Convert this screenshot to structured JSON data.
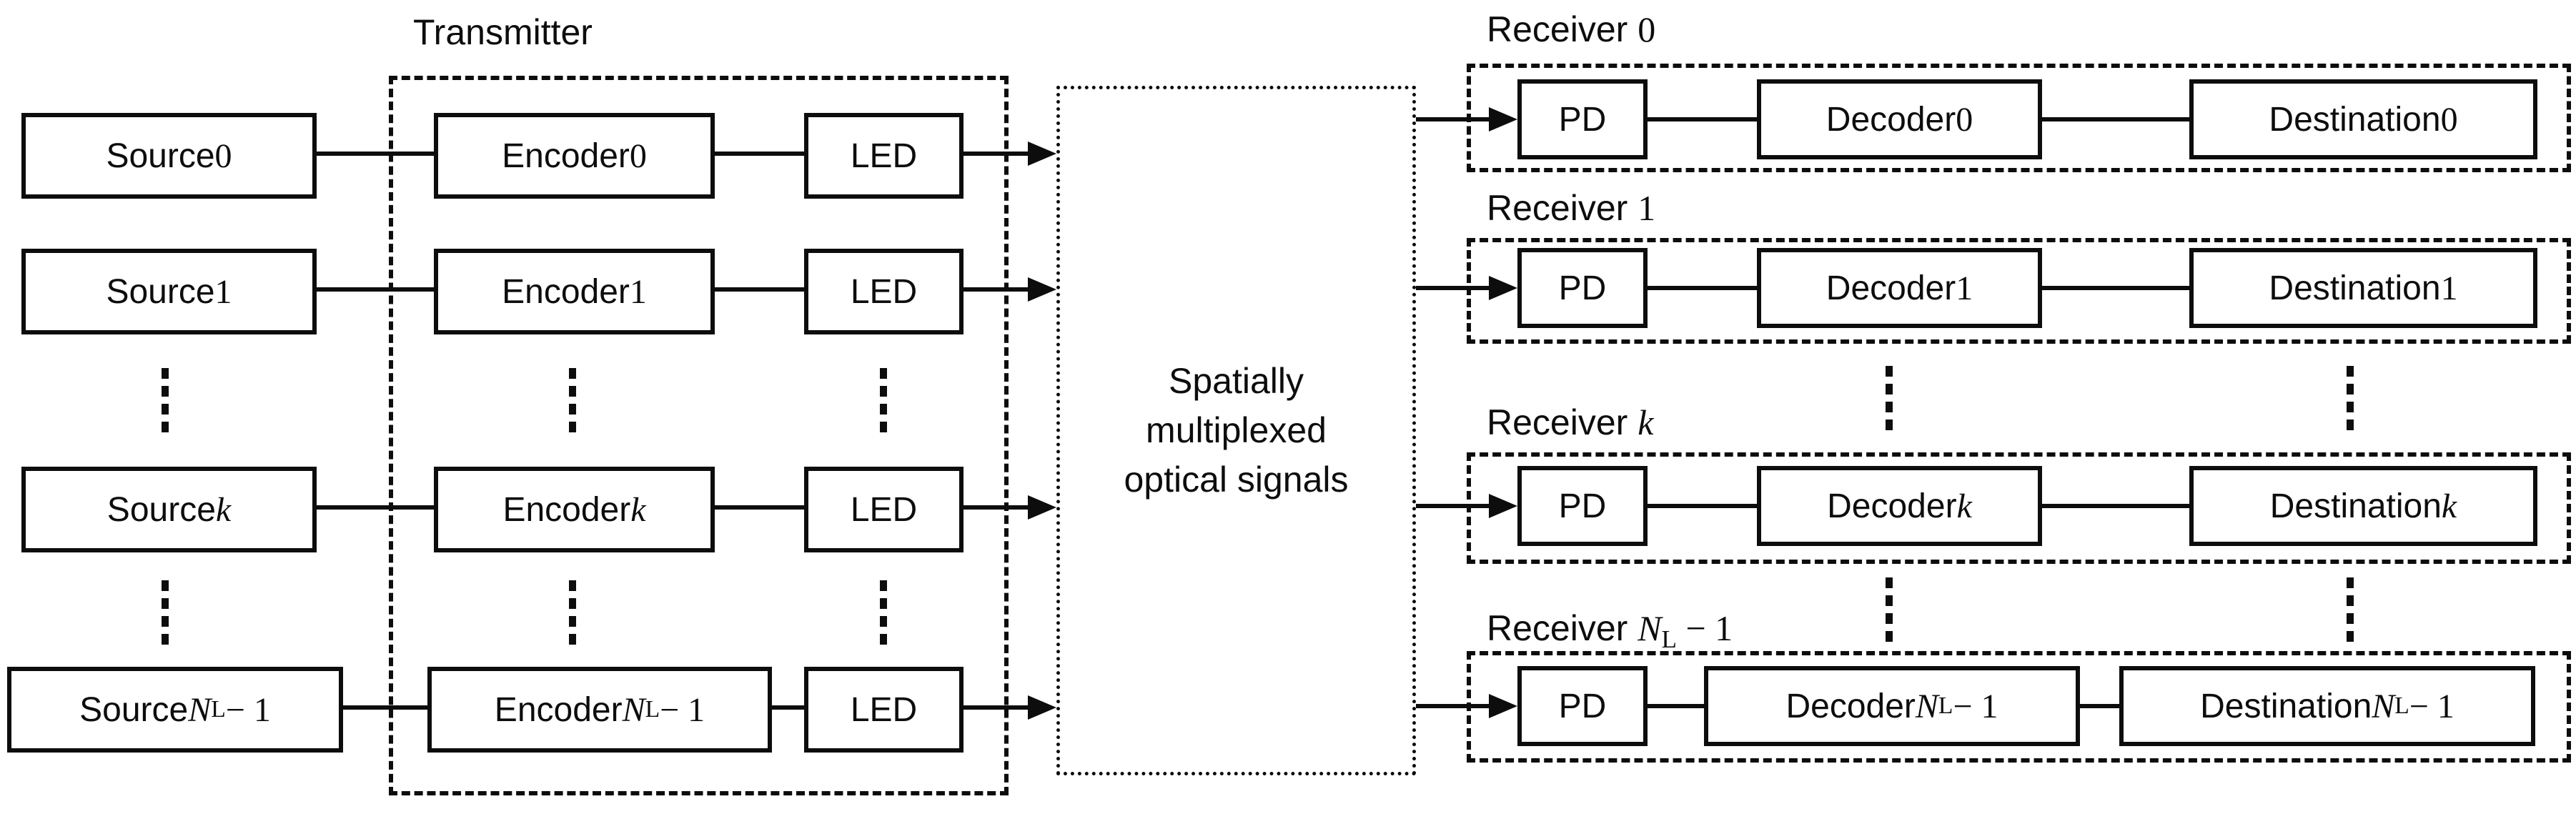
{
  "diagram": {
    "transmitter": {
      "label": "Transmitter"
    },
    "channel": {
      "lines": [
        "Spatially",
        "multiplexed",
        "optical signals"
      ]
    },
    "sources": [
      {
        "pre": "Source ",
        "num": "0"
      },
      {
        "pre": "Source ",
        "num": "1"
      },
      {
        "pre": "Source ",
        "var": "k"
      },
      {
        "pre": "Source ",
        "var": "N",
        "sub": "L",
        "tail": " − 1"
      }
    ],
    "encoders": [
      {
        "pre": "Encoder ",
        "num": "0"
      },
      {
        "pre": "Encoder ",
        "num": "1"
      },
      {
        "pre": "Encoder ",
        "var": "k"
      },
      {
        "pre": "Encoder ",
        "var": "N",
        "sub": "L",
        "tail": " − 1"
      }
    ],
    "leds": [
      {
        "pre": "LED"
      },
      {
        "pre": "LED"
      },
      {
        "pre": "LED"
      },
      {
        "pre": "LED"
      }
    ],
    "receivers": [
      {
        "label": {
          "pre": "Receiver ",
          "num": "0"
        },
        "pd": {
          "pre": "PD"
        },
        "decoder": {
          "pre": "Decoder ",
          "num": "0"
        },
        "destination": {
          "pre": "Destination ",
          "num": "0"
        }
      },
      {
        "label": {
          "pre": "Receiver ",
          "num": "1"
        },
        "pd": {
          "pre": "PD"
        },
        "decoder": {
          "pre": "Decoder ",
          "num": "1"
        },
        "destination": {
          "pre": "Destination ",
          "num": "1"
        }
      },
      {
        "label": {
          "pre": "Receiver ",
          "var": "k"
        },
        "pd": {
          "pre": "PD"
        },
        "decoder": {
          "pre": "Decoder ",
          "var": "k"
        },
        "destination": {
          "pre": "Destination ",
          "var": "k"
        }
      },
      {
        "label": {
          "pre": "Receiver ",
          "var": "N",
          "sub": "L",
          "tail": " − 1"
        },
        "pd": {
          "pre": "PD"
        },
        "decoder": {
          "pre": "Decoder ",
          "var": "N",
          "sub": "L",
          "tail": " − 1"
        },
        "destination": {
          "pre": "Destination ",
          "var": "N",
          "sub": "L",
          "tail": " − 1"
        }
      }
    ]
  }
}
